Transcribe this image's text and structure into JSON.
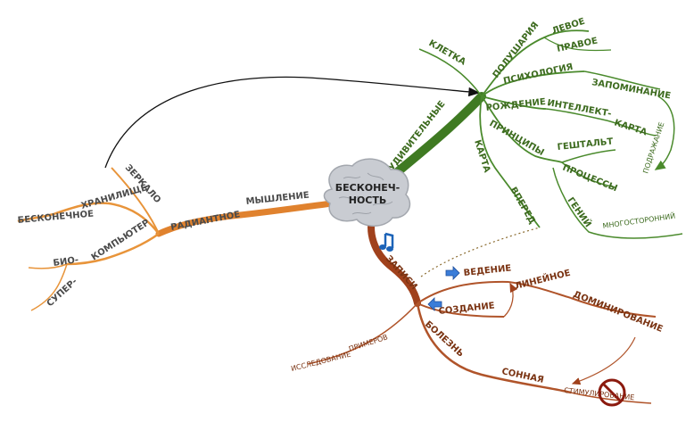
{
  "center": {
    "line1": "БЕСКОНЕЧ-",
    "line2": "НОСТЬ"
  },
  "green": {
    "udivitelnye": "УДИВИТЕЛЬНЫЕ",
    "kletka": "КЛЕТКА",
    "polushariya": "ПОЛУШАРИЯ",
    "levoe": "ЛЕВОЕ",
    "pravoe": "ПРАВОЕ",
    "psihologiya": "ПСИХОЛОГИЯ",
    "zapominanie": "ЗАПОМИНАНИЕ",
    "rozhdenie": "РОЖДЕНИЕ",
    "intellekt": "ИНТЕЛЛЕКТ-",
    "karta1": "КАРТА",
    "podrazhanie": "ПОДРАЖАНИЕ",
    "principy": "ПРИНЦИПЫ",
    "geshtalt": "ГЕШТАЛЬТ",
    "processy": "ПРОЦЕССЫ",
    "karta2": "КАРТА",
    "vpered": "ВПЕРЕД",
    "geniy": "ГЕНИЙ",
    "mnogostoronniy": "МНОГОСТОРОННИЙ"
  },
  "orange": {
    "radiantnoe": "РАДИАНТНОЕ",
    "myshlenie": "МЫШЛЕНИЕ",
    "zerkalo": "ЗЕРКАЛО",
    "hranilishche": "ХРАНИЛИЩЕ",
    "beskonechnoe": "БЕСКОНЕЧНОЕ",
    "kompyuter": "КОМПЬЮТЕР",
    "bio": "БИО-",
    "super": "СУПЕР-"
  },
  "brown": {
    "zapisi": "ЗАПИСИ",
    "vedenie": "ВЕДЕНИЕ",
    "lineynoe": "ЛИНЕЙНОЕ",
    "dominirovanie": "ДОМИНИРОВАНИЕ",
    "sozdanie": "СОЗДАНИЕ",
    "primerov": "ПРИМЕРОВ",
    "issledovanie": "ИССЛЕДОВАНИЕ",
    "bolezn": "БОЛЕЗНЬ",
    "sonnaya": "СОННАЯ",
    "stimulirovanie": "СТИМУЛИРОВАНИЕ"
  },
  "icons": [
    "brain-icon",
    "music-note-icon",
    "arrow-right-icon",
    "arrow-left-icon",
    "prohibition-icon"
  ],
  "colors": {
    "green": "#3f7a22",
    "orange": "#e0822e",
    "brown": "#a0411c",
    "center": "#c9ccd2"
  }
}
